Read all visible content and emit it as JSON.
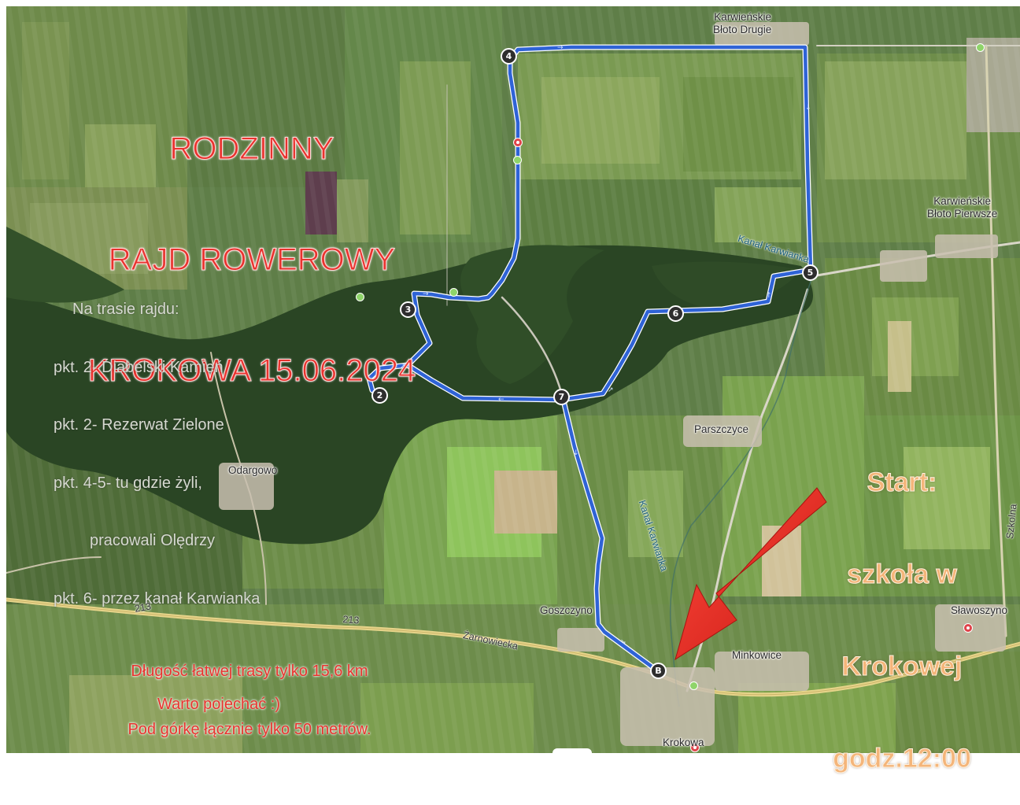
{
  "title": {
    "line1": "RODZINNY",
    "line2": "RAJD ROWEROWY",
    "line3": "KROKOWA 15.06.2024"
  },
  "attractions": [
    "Na trasie rajdu:",
    "pkt. 2- Diabelski Kamień",
    "pkt. 2- Rezerwat Zielone",
    "pkt. 4-5- tu gdzie żyli,",
    "pracowali Olędrzy",
    "pkt. 6- przez kanał Karwianka"
  ],
  "start": {
    "line1": "Start:",
    "line2": "szkoła w",
    "line3": "Krokowej",
    "line4": "godz.12:00"
  },
  "route_info": {
    "line1": "Długość łatwej trasy tylko 15,6 km",
    "line2": "Pod górkę łącznie tylko 50 metrów.",
    "line3": "Warto pojechać :)"
  },
  "places": {
    "karwienskie_bloto_drugie_1": "Karwieńskie",
    "karwienskie_bloto_drugie_2": "Błoto Drugie",
    "karwienskie_bloto_pierwsze_1": "Karwieńskie",
    "karwienskie_bloto_pierwsze_2": "Błoto Pierwsze",
    "parszczyce": "Parszczyce",
    "odargowo": "Odargowo",
    "goszczyno": "Goszczyno",
    "minkowice": "Minkowice",
    "slawoszyno": "Sławoszyno",
    "krokowa": "Krokowa",
    "canal_north": "Kanał Karwianka",
    "canal_south": "Kanał Karwianka",
    "road_213_a": "213",
    "road_213_b": "213",
    "road_zarnowiecka": "Żarnowiecka",
    "road_szkolna": "Szkolna"
  },
  "waypoints": [
    "2",
    "3",
    "4",
    "5",
    "6",
    "7",
    "B"
  ],
  "colors": {
    "route": "#2f63d6",
    "title_text": "#e8332e",
    "start_text": "#f4b57a",
    "arrow": "#e3231c",
    "poi_green": "#8fd46a",
    "poi_red": "#e0434a"
  },
  "icons": [
    "waypoint-marker",
    "green-poi-dot",
    "red-poi-marker",
    "direction-arrow"
  ]
}
